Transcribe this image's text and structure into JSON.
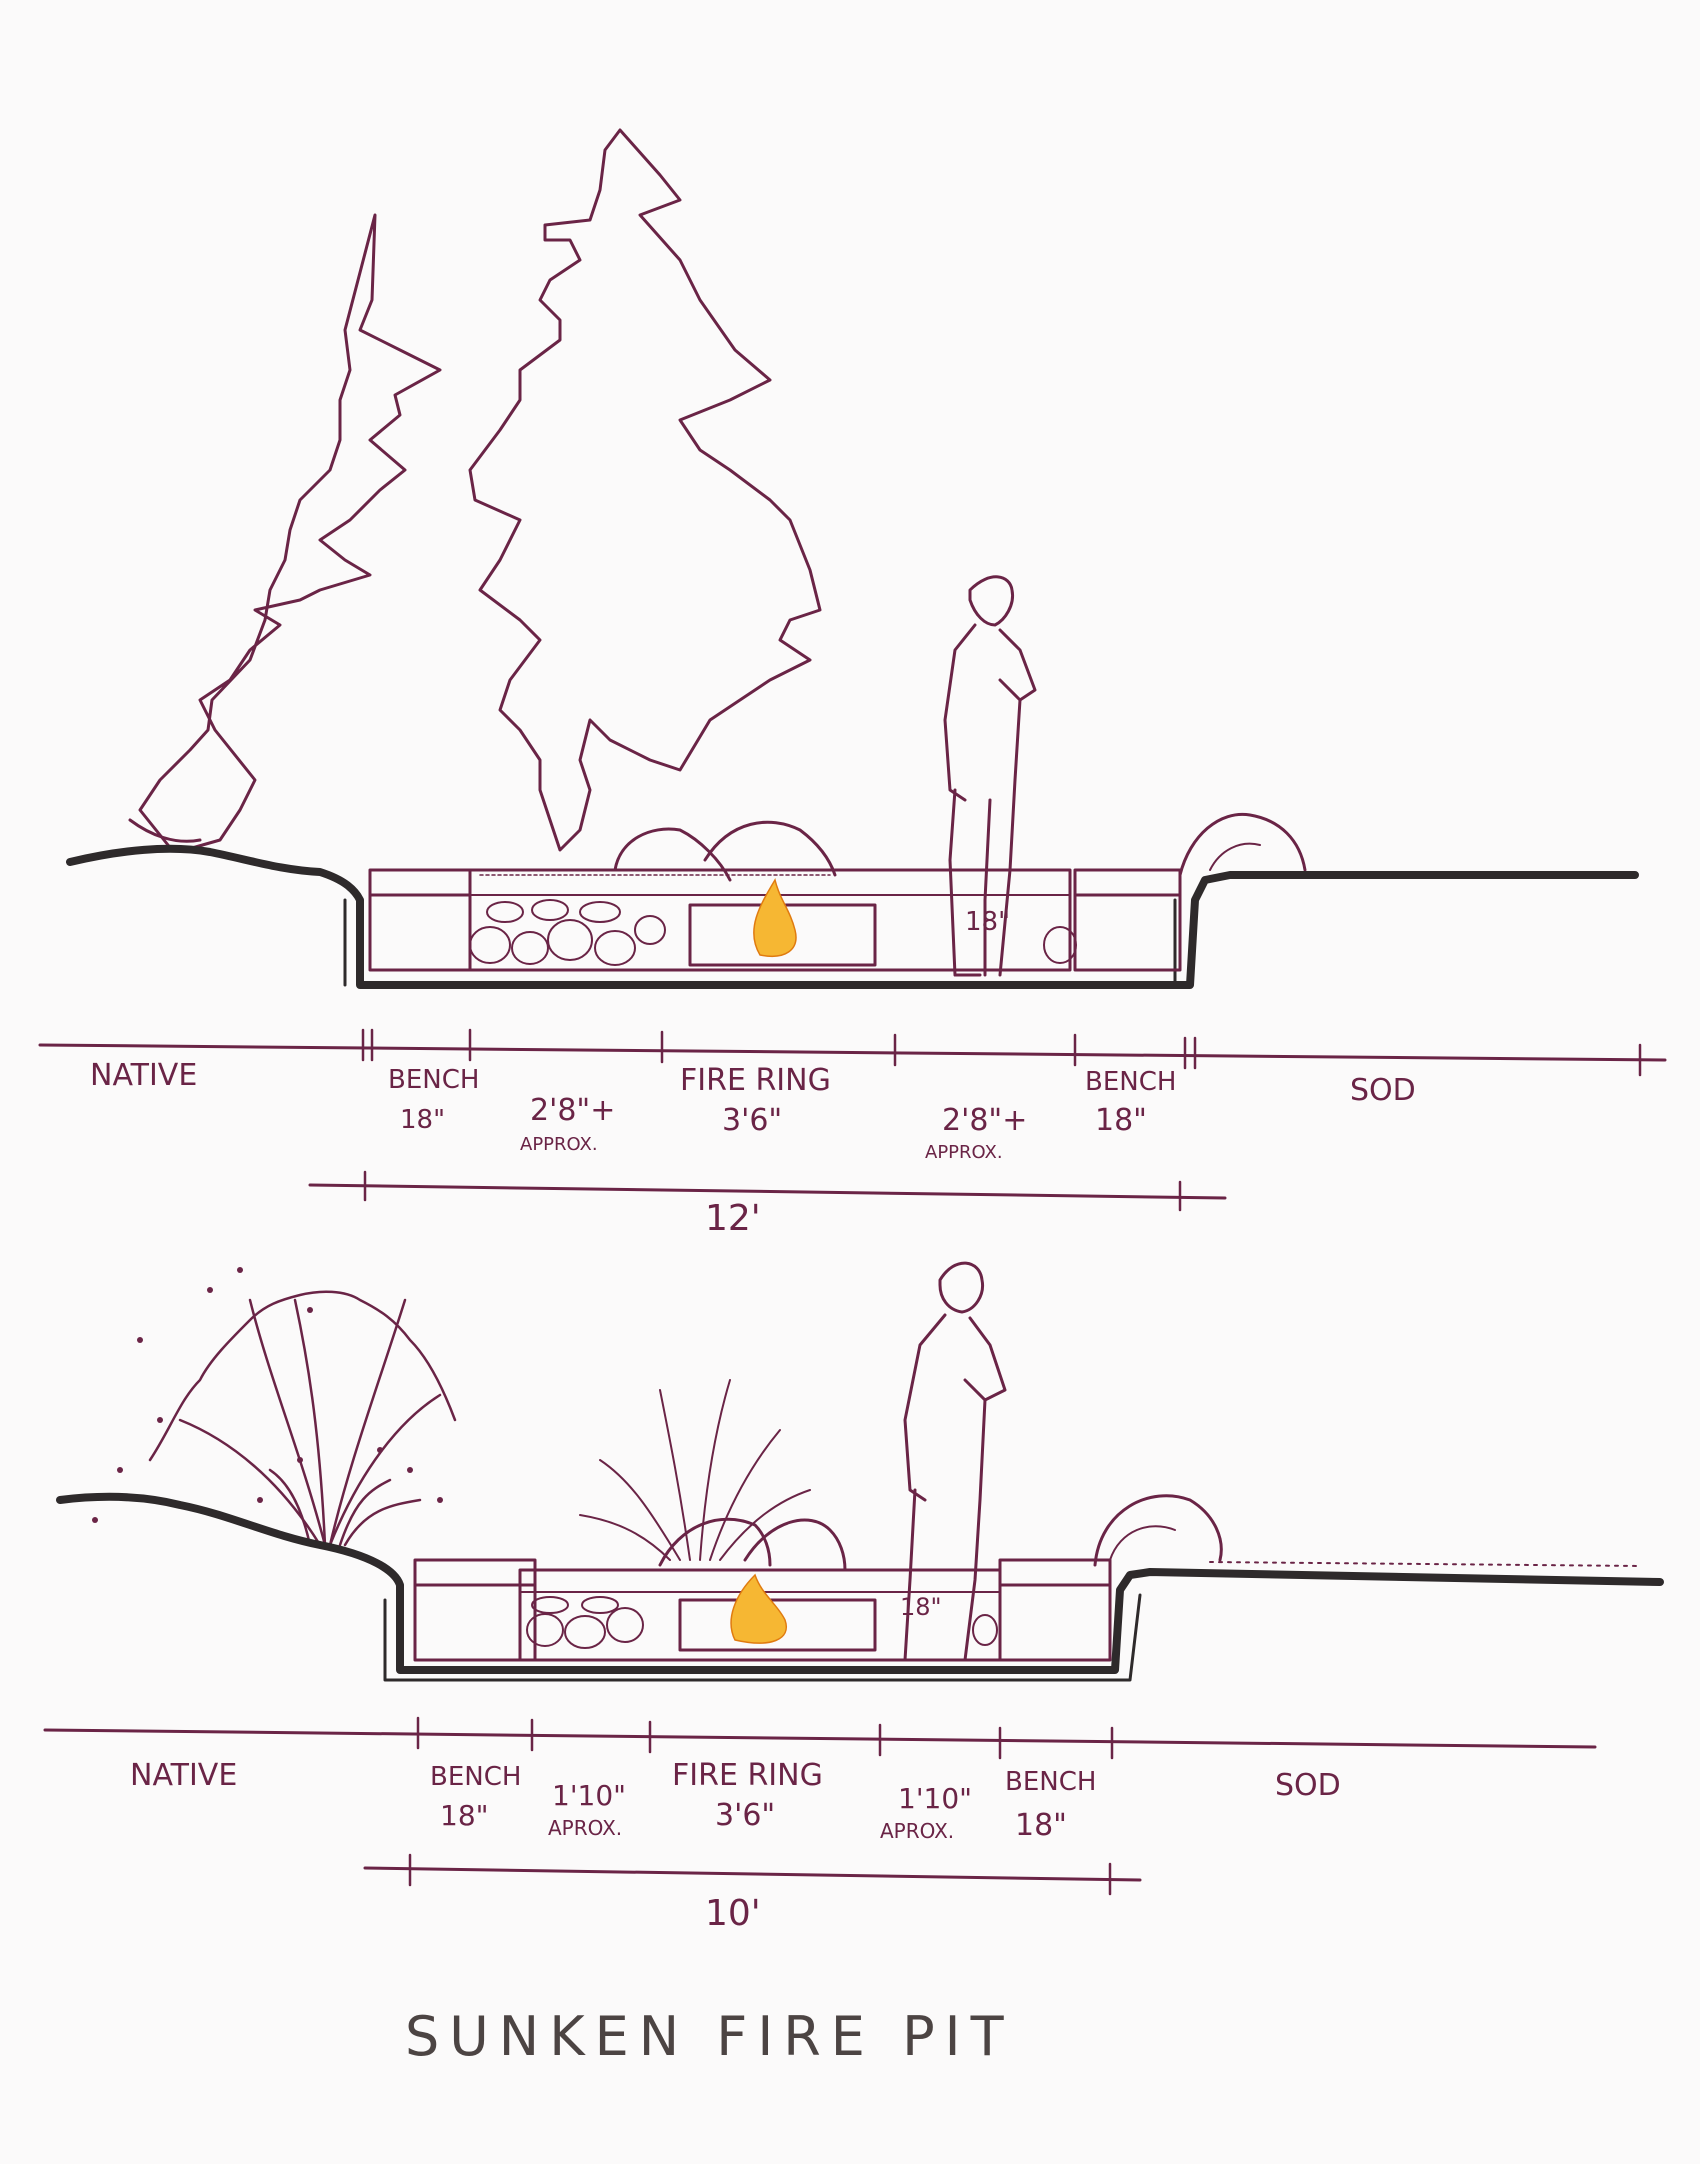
{
  "upper_section": {
    "native": "NATIVE",
    "bench_left": "BENCH",
    "bench_left_size": "18\"",
    "gap_left": "2'8\"+",
    "gap_left_note": "APPROX.",
    "fire_ring": "FIRE RING",
    "fire_ring_size": "3'6\"",
    "gap_right": "2'8\"+",
    "gap_right_note": "APPROX.",
    "bench_right": "BENCH",
    "bench_right_size": "18\"",
    "sod": "SOD",
    "bench_height": "18\"",
    "overall": "12'"
  },
  "lower_section": {
    "native": "NATIVE",
    "bench_left": "BENCH",
    "bench_left_size": "18\"",
    "gap_left": "1'10\"",
    "gap_left_note": "APROX.",
    "fire_ring": "FIRE RING",
    "fire_ring_size": "3'6\"",
    "gap_right": "1'10\"",
    "gap_right_note": "APROX.",
    "bench_right": "BENCH",
    "bench_right_size": "18\"",
    "sod": "SOD",
    "bench_height": "18\"",
    "overall": "10'"
  },
  "title": "SUNKEN FIRE PIT",
  "colors": {
    "ink": "#6a2446",
    "ground": "#2e2a2b",
    "flame": "#f6b733",
    "paper": "#fbfafa"
  }
}
